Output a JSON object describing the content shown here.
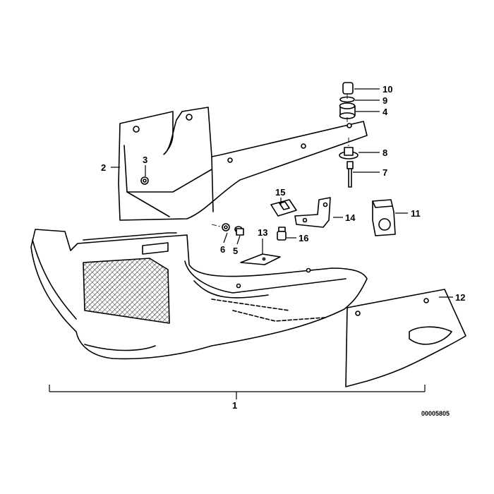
{
  "diagram": {
    "code": "00005805",
    "callouts": {
      "p1": "1",
      "p2": "2",
      "p3": "3",
      "p4": "4",
      "p5": "5",
      "p6": "6",
      "p7": "7",
      "p8": "8",
      "p9": "9",
      "p10": "10",
      "p11": "11",
      "p12": "12",
      "p13": "13",
      "p14": "14",
      "p15": "15",
      "p16": "16"
    }
  }
}
